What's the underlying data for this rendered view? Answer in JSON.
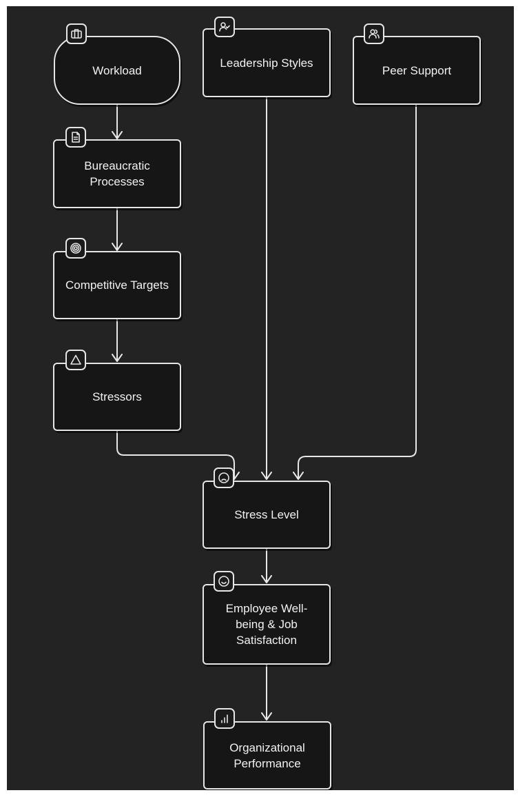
{
  "nodes": {
    "workload": "Workload",
    "leadership_styles": "Leadership Styles",
    "peer_support": "Peer Support",
    "bureaucratic_processes": "Bureaucratic Processes",
    "competitive_targets": "Competitive Targets",
    "stressors": "Stressors",
    "stress_level": "Stress Level",
    "wellbeing": "Employee Well-being & Job Satisfaction",
    "performance": "Organizational Performance"
  },
  "icons": {
    "workload": "briefcase-icon",
    "leadership_styles": "user-check-icon",
    "peer_support": "users-icon",
    "bureaucratic_processes": "document-icon",
    "competitive_targets": "target-icon",
    "stressors": "warning-triangle-icon",
    "stress_level": "frown-face-icon",
    "wellbeing": "smile-face-icon",
    "performance": "bar-chart-icon"
  },
  "edges": [
    {
      "from": "Workload",
      "to": "Bureaucratic Processes"
    },
    {
      "from": "Bureaucratic Processes",
      "to": "Competitive Targets"
    },
    {
      "from": "Competitive Targets",
      "to": "Stressors"
    },
    {
      "from": "Stressors",
      "to": "Stress Level"
    },
    {
      "from": "Leadership Styles",
      "to": "Stress Level"
    },
    {
      "from": "Peer Support",
      "to": "Stress Level"
    },
    {
      "from": "Stress Level",
      "to": "Employee Well-being & Job Satisfaction"
    },
    {
      "from": "Employee Well-being & Job Satisfaction",
      "to": "Organizational Performance"
    }
  ],
  "colors": {
    "background": "#232323",
    "node_fill": "#161616",
    "stroke": "#e6e6e6",
    "text": "#f2f2f2"
  }
}
